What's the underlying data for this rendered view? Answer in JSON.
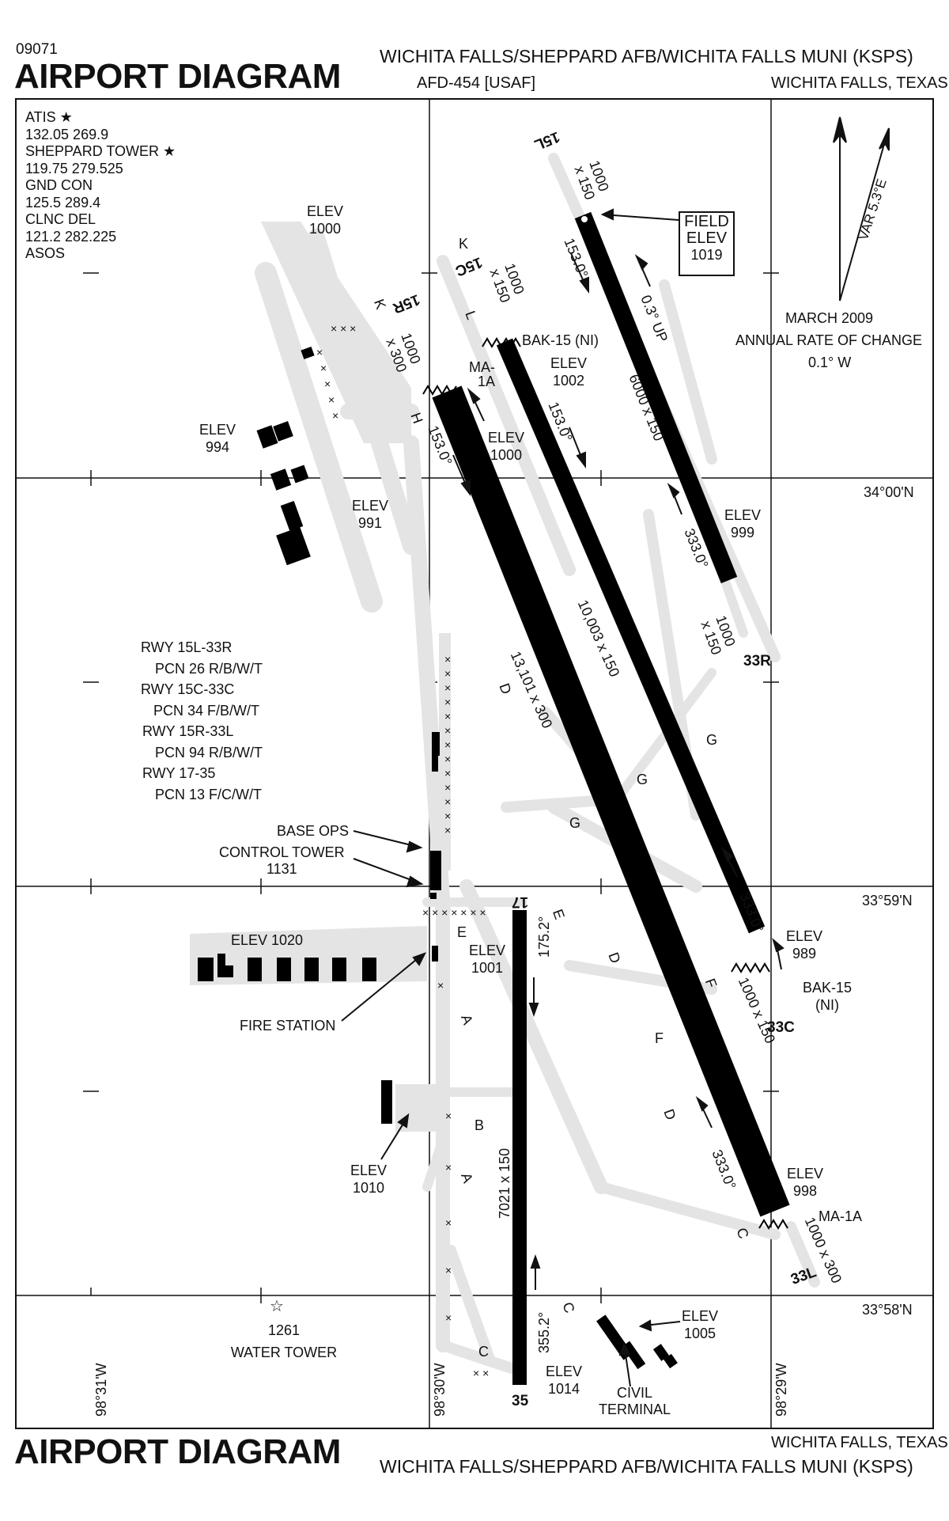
{
  "header": {
    "chart_number": "09071",
    "title": "AIRPORT DIAGRAM",
    "airport_name": "WICHITA FALLS/SHEPPARD AFB/WICHITA FALLS MUNI  (KSPS)",
    "afd": "AFD-454 [USAF]",
    "city": "WICHITA FALLS, TEXAS"
  },
  "footer": {
    "title": "AIRPORT DIAGRAM",
    "city": "WICHITA FALLS, TEXAS",
    "airport_name": "WICHITA FALLS/SHEPPARD AFB/WICHITA FALLS MUNI  (KSPS)"
  },
  "frequencies": [
    "ATIS ★",
    "132.05  269.9",
    "SHEPPARD TOWER ★",
    "119.75  279.525",
    "GND CON",
    "125.5  289.4",
    "CLNC DEL",
    "121.2  282.225",
    "ASOS"
  ],
  "pcn": [
    "RWY 15L-33R",
    "PCN 26 R/B/W/T",
    "RWY 15C-33C",
    "PCN 34 F/B/W/T",
    "RWY 15R-33L",
    "PCN 94 R/B/W/T",
    "RWY 17-35",
    "PCN 13 F/C/W/T"
  ],
  "variation": {
    "value": "VAR 5.3°E",
    "date": "MARCH  2009",
    "rate_label": "ANNUAL RATE OF CHANGE",
    "rate": "0.1° W"
  },
  "field_elev": {
    "line1": "FIELD",
    "line2": "ELEV",
    "value": "1019"
  },
  "coords": {
    "lat1": "34°00'N",
    "lat2": "33°59'N",
    "lat3": "33°58'N",
    "lon1": "98°31'W",
    "lon2": "98°30'W",
    "lon3": "98°29'W"
  },
  "labels": {
    "elev_1000_a": [
      "ELEV",
      "1000"
    ],
    "elev_994": [
      "ELEV",
      "994"
    ],
    "elev_991": [
      "ELEV",
      "991"
    ],
    "elev_1002": [
      "ELEV",
      "1002"
    ],
    "elev_1000_b": [
      "ELEV",
      "1000"
    ],
    "elev_999": [
      "ELEV",
      "999"
    ],
    "elev_989": [
      "ELEV",
      "989"
    ],
    "elev_998": [
      "ELEV",
      "998"
    ],
    "elev_1020": "ELEV 1020",
    "elev_1001": [
      "ELEV",
      "1001"
    ],
    "elev_1010": [
      "ELEV",
      "1010"
    ],
    "elev_1014": [
      "ELEV",
      "1014"
    ],
    "elev_1005": [
      "ELEV",
      "1005"
    ],
    "base_ops": "BASE OPS",
    "control_tower": [
      "CONTROL TOWER",
      "1131"
    ],
    "fire_station": "FIRE STATION",
    "water_tower": [
      "1261",
      "WATER TOWER"
    ],
    "civil_terminal": [
      "CIVIL",
      "TERMINAL"
    ],
    "bak15_ni_top": "BAK-15 (NI)",
    "bak15_ni_right": [
      "BAK-15",
      "(NI)"
    ],
    "ma1a_top": [
      "MA-",
      "1A"
    ],
    "ma1a_bottom": "MA-1A"
  },
  "runways": {
    "r15l": "15L",
    "r33r": "33R",
    "r15c": "15C",
    "r33c": "33C",
    "r15r": "15R",
    "r33l": "33L",
    "r17": "17",
    "r35": "35",
    "dim_15l33r": "6000 x 150",
    "dim_15c33c": "10,003 x 150",
    "dim_15r33l": "13,101 x 300",
    "dim_1735": "7021 x 150",
    "over_15l": [
      "1000",
      "x 150"
    ],
    "over_33r": [
      "1000",
      "x 150"
    ],
    "over_15c": [
      "1000",
      "x 150"
    ],
    "over_15r": [
      "1000",
      "x 300"
    ],
    "over_33c": "1000 x 150",
    "over_33l": "1000 x 300",
    "slope": "0.3° UP",
    "hdg_153_a": "153.0°",
    "hdg_153_b": "153.0°",
    "hdg_153_c": "153.0°",
    "hdg_333_a": "333.0°",
    "hdg_333_b": "333.0°",
    "hdg_333_c": "333.0°",
    "hdg_175": "175.2°",
    "hdg_355": "355.2°"
  },
  "taxiways": [
    "K",
    "K",
    "L",
    "H",
    "D",
    "G",
    "G",
    "G",
    "E",
    "E",
    "D",
    "F",
    "F",
    "D",
    "C",
    "A",
    "B",
    "A",
    "C",
    "C"
  ]
}
